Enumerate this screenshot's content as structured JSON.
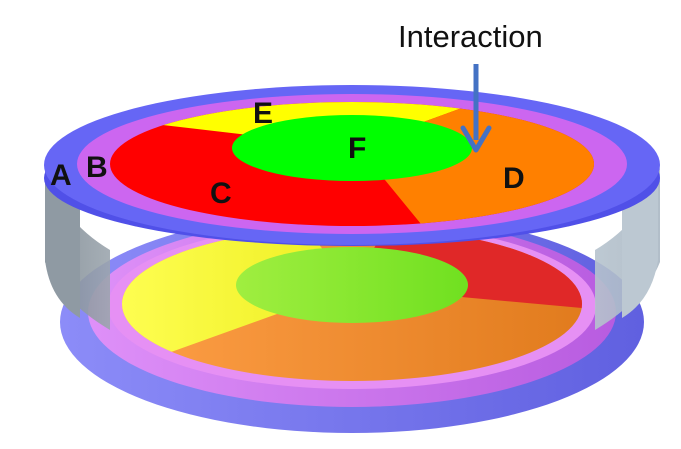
{
  "annotation": {
    "text": "Interaction",
    "arrow_color": "#4472C4"
  },
  "labels": {
    "a": "A",
    "b": "B",
    "c": "C",
    "d": "D",
    "e": "E",
    "f": "F"
  },
  "colors": {
    "outer_ring": "#6666F5",
    "inner_ring": "#CC66F0",
    "yellow": "#FFFF00",
    "red": "#FF0000",
    "orange": "#FF8000",
    "green": "#00FF00",
    "wall": "#A8B3BE"
  }
}
